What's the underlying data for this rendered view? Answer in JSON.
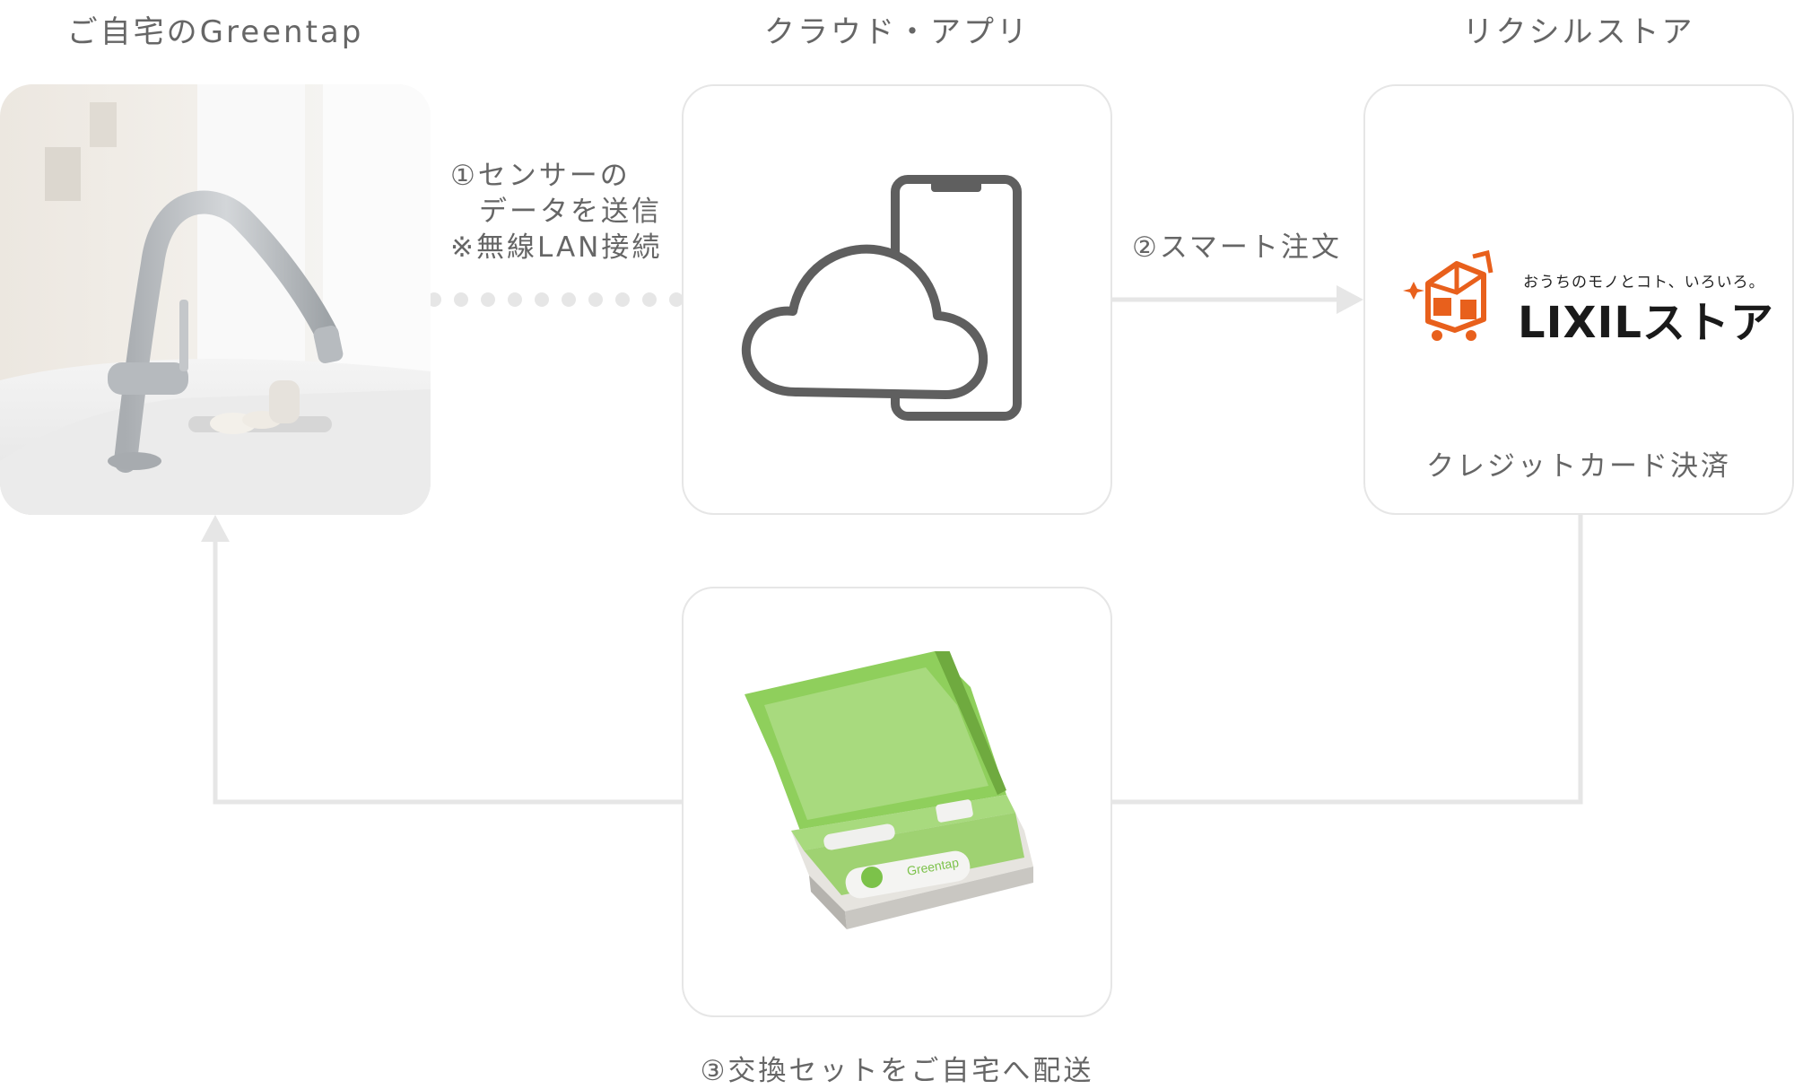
{
  "columns": {
    "home": "ご自宅のGreentap",
    "cloud": "クラウド・アプリ",
    "store": "リクシルストア"
  },
  "steps": {
    "step1_line1": "①センサーの",
    "step1_line2": "データを送信",
    "step1_line3": "※無線LAN接続",
    "step2": "②スマート注文",
    "step3": "③交換セットをご自宅へ配送"
  },
  "store_card": {
    "logo_tagline": "おうちのモノとコト、いろいろ。",
    "logo_name": "LIXILストア",
    "payment": "クレジットカード決済"
  },
  "product_box": {
    "brand": "Greentap"
  },
  "icons": {
    "cloud": "cloud-icon",
    "phone": "smartphone-icon",
    "logo": "lixil-store-logo-icon"
  },
  "colors": {
    "text": "#666666",
    "connector": "#e6e6e6",
    "icon_stroke": "#5f5f5f",
    "logo_orange": "#e8601c",
    "box_green": "#7cc24a"
  }
}
